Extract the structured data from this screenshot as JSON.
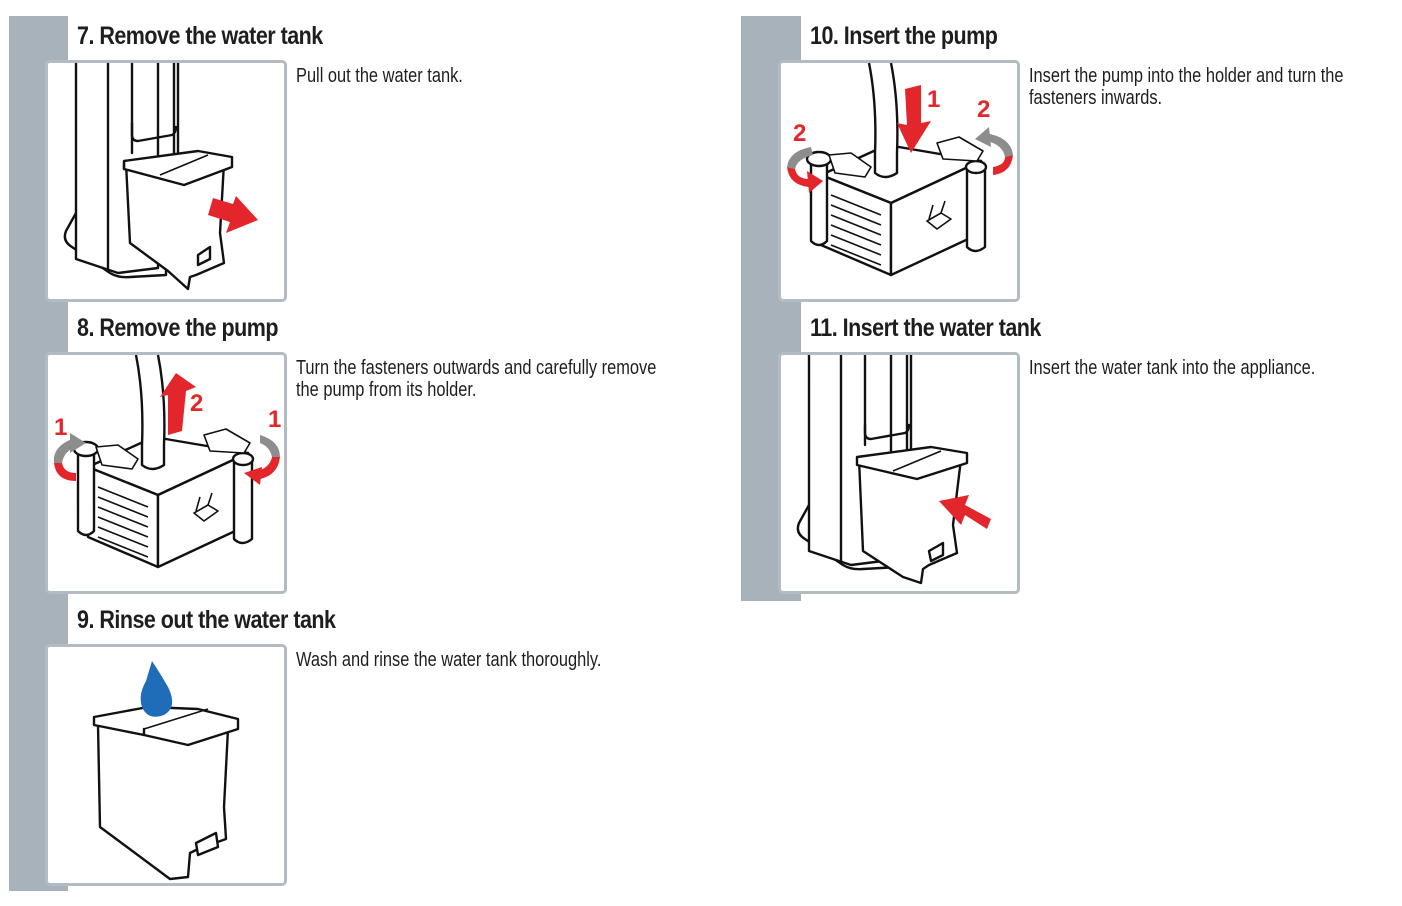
{
  "document": {
    "columns": [
      {
        "steps": [
          {
            "number": "7.",
            "title": "7. Remove the water tank",
            "description": "Pull out the water tank.",
            "illustration": "remove-water-tank-illustration"
          },
          {
            "number": "8.",
            "title": "8. Remove the pump",
            "description": "Turn the fasteners outwards and carefully remove the pump from its holder.",
            "illustration": "remove-pump-illustration",
            "callouts": [
              "1",
              "2",
              "1"
            ]
          },
          {
            "number": "9.",
            "title": "9. Rinse out the water tank",
            "description": "Wash and rinse the water tank thoroughly.",
            "illustration": "rinse-tank-illustration"
          }
        ]
      },
      {
        "steps": [
          {
            "number": "10.",
            "title": "10. Insert the pump",
            "description": "Insert the pump into the holder and turn the fasteners inwards.",
            "illustration": "insert-pump-illustration",
            "callouts": [
              "1",
              "2",
              "2"
            ]
          },
          {
            "number": "11.",
            "title": "11. Insert the water tank",
            "description": "Insert the water tank into the appliance.",
            "illustration": "insert-water-tank-illustration"
          }
        ]
      }
    ]
  },
  "colors": {
    "sidebar": "#a8b2ba",
    "frame": "#b4bcc3",
    "arrow_red": "#e3262b",
    "arrow_grey": "#8d8d8d",
    "water_blue": "#1f6cb8",
    "text": "#1e1e1e"
  }
}
